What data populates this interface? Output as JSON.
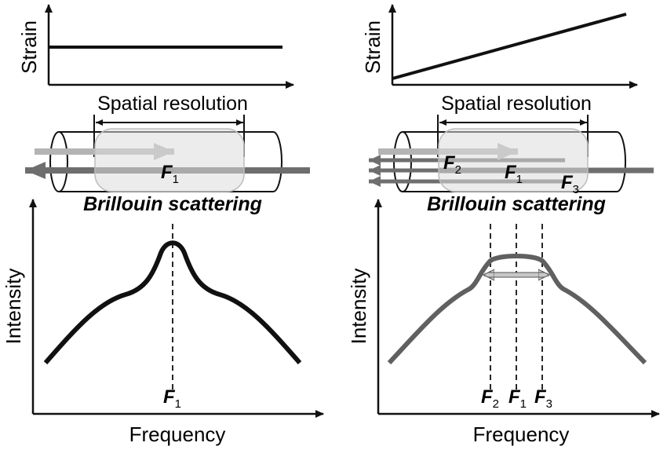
{
  "left_panel": {
    "strain_label": "Strain",
    "resolution_label": "Spatial resolution",
    "fiber_label": "F",
    "fiber_sub": "1",
    "scattering_label": "Brillouin scattering",
    "intensity_label": "Intensity",
    "frequency_label": "Frequency",
    "peak_label": "F",
    "peak_sub": "1",
    "strain_profile": "uniform",
    "spectrum_color": "#111111"
  },
  "right_panel": {
    "strain_label": "Strain",
    "resolution_label": "Spatial resolution",
    "fiber_labels": [
      {
        "sym": "F",
        "sub": "2"
      },
      {
        "sym": "F",
        "sub": "1"
      },
      {
        "sym": "F",
        "sub": "3"
      }
    ],
    "scattering_label": "Brillouin scattering",
    "intensity_label": "Intensity",
    "frequency_label": "Frequency",
    "peak_labels": [
      {
        "sym": "F",
        "sub": "2"
      },
      {
        "sym": "F",
        "sub": "1"
      },
      {
        "sym": "F",
        "sub": "3"
      }
    ],
    "strain_profile": "linear-increasing",
    "spectrum_color": "#606060"
  },
  "colors": {
    "axis": "#111111",
    "forward_arrow": "#b4b4b4",
    "backscatter_arrow": "#6e6e6e",
    "fiber_outline": "#111111",
    "highlight_box": "#d8d8d8"
  }
}
